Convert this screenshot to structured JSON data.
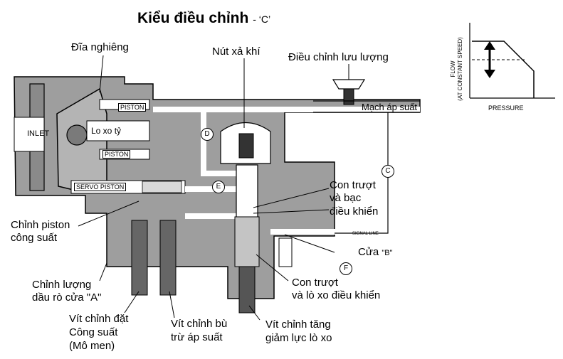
{
  "title": {
    "main": "Kiểu điều chỉnh",
    "suffix": "- ‘C’"
  },
  "labels": {
    "swash_plate": "Đĩa nghiêng",
    "inlet": "INLET",
    "bleed_screw": "Nút xả khí",
    "flow_adjust": "Điều chỉnh lưu lượng",
    "pressure_circuit": "Mạch áp suất",
    "piston_1": "PISTON",
    "spring_ratio": "Lo xo tỷ",
    "piston_2": "PISTON",
    "servo_piston": "SERVO PISTON",
    "power_piston_adjust_1": "Chỉnh piston",
    "power_piston_adjust_2": "công suất",
    "spool_sleeve_1": "Con trượt",
    "spool_sleeve_2": "và bạc",
    "spool_sleeve_3": "điều khiển",
    "signal_line": "SIGNAL LINE",
    "port_b": "Cửa",
    "port_b_code": "\"B\"",
    "leak_adjust_1": "Chỉnh lượng",
    "leak_adjust_2": "dầu rò cửa \"A\"",
    "spool_spring_1": "Con trượt",
    "spool_spring_2": "và lò xo điều khiển",
    "power_screw_1": "Vít chỉnh đặt",
    "power_screw_2": "Công suất",
    "power_screw_3": "(Mô men)",
    "comp_screw_1": "Vít chỉnh bù",
    "comp_screw_2": "trừ áp suất",
    "spring_screw_1": "Vít chỉnh  tăng",
    "spring_screw_2": "giảm lực lò xo",
    "circle_c": "C",
    "circle_d": "D",
    "circle_e": "E",
    "circle_f": "F"
  },
  "graph": {
    "ylabel_1": "FLOW",
    "ylabel_2": "(AT CONSTANT SPEED)",
    "xlabel": "PRESSURE"
  },
  "colors": {
    "body": "#9e9e9e",
    "body_dark": "#7a7a7a",
    "passage": "#ffffff",
    "line": "#000000",
    "graph_line": "#000000"
  }
}
